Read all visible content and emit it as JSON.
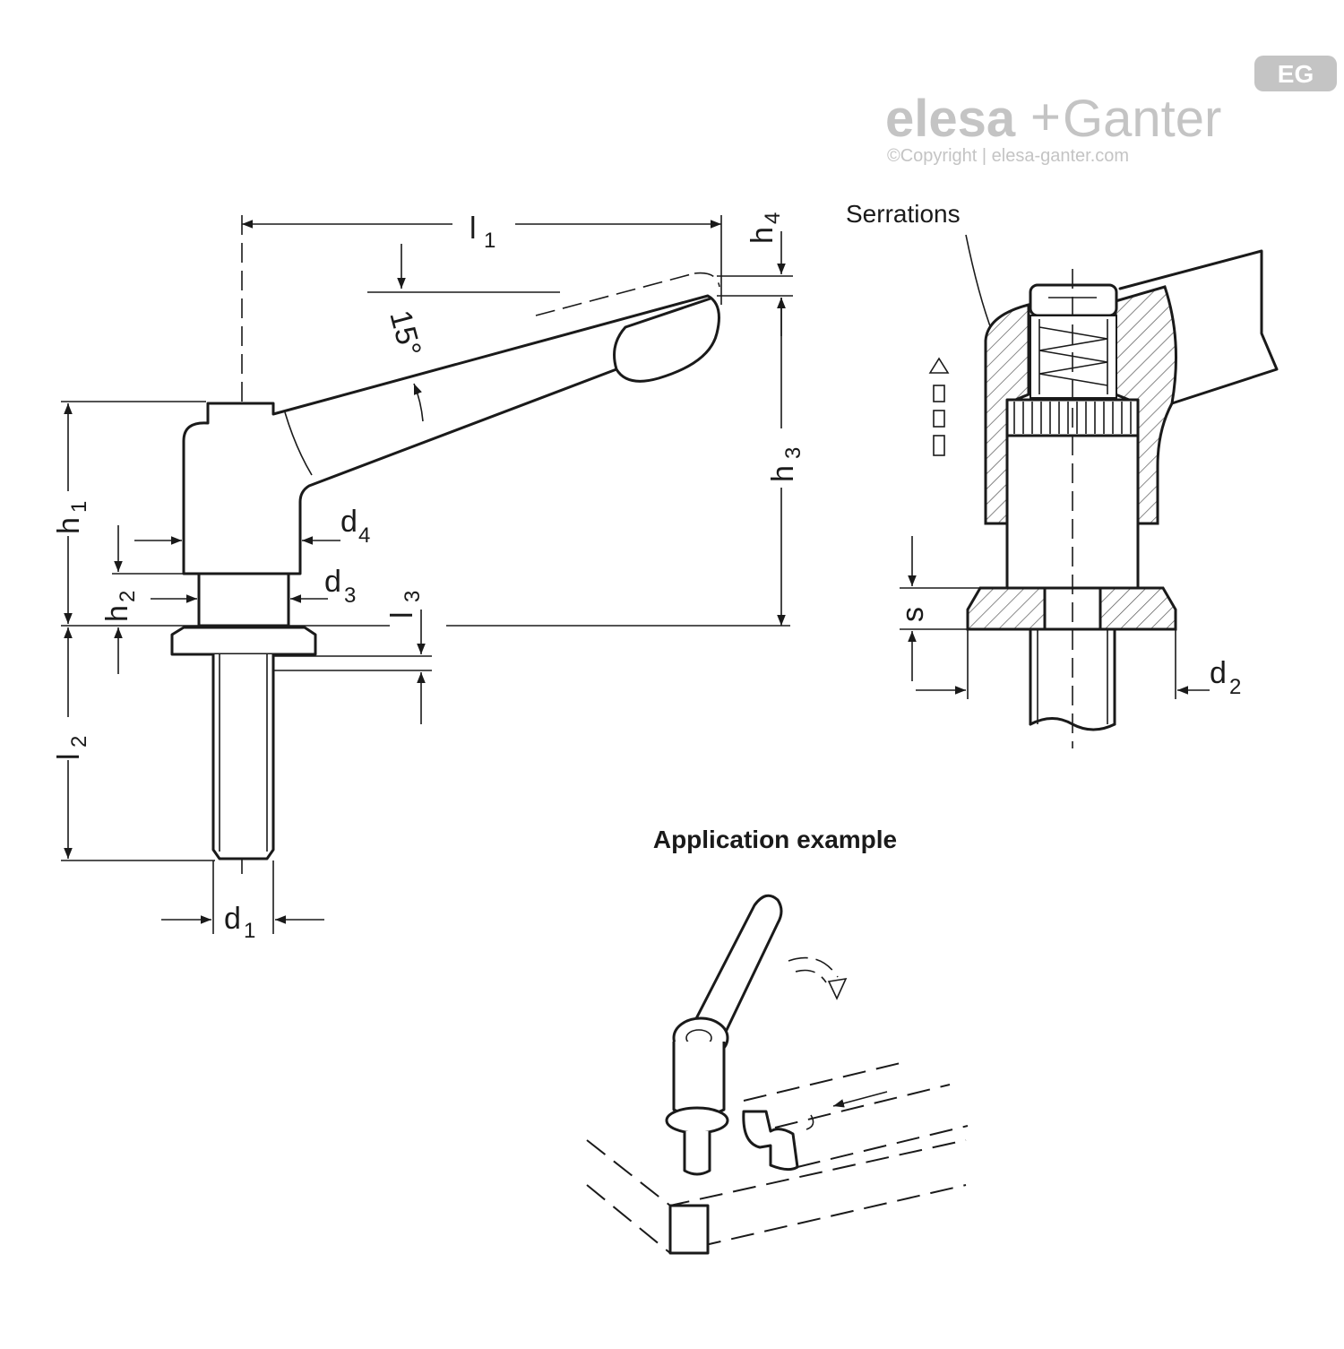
{
  "logo": {
    "brand_part1": "elesa",
    "brand_plus": "+",
    "brand_part2": "Ganter",
    "badge": "EG",
    "copyright": "©Copyright | elesa-ganter.com"
  },
  "dimensions": {
    "l1": {
      "main": "l",
      "sub": "1"
    },
    "l2": {
      "main": "l",
      "sub": "2"
    },
    "l3": {
      "main": "l",
      "sub": "3"
    },
    "h1": {
      "main": "h",
      "sub": "1"
    },
    "h2": {
      "main": "h",
      "sub": "2"
    },
    "h3": {
      "main": "h",
      "sub": "3"
    },
    "h4": {
      "main": "h",
      "sub": "4"
    },
    "d1": {
      "main": "d",
      "sub": "1"
    },
    "d2": {
      "main": "d",
      "sub": "2"
    },
    "d3": {
      "main": "d",
      "sub": "3"
    },
    "d4": {
      "main": "d",
      "sub": "4"
    },
    "s": "s",
    "angle": "15°"
  },
  "labels": {
    "serrations": "Serrations",
    "application": "Application example"
  },
  "colors": {
    "line": "#1a1a1a",
    "logo_grey": "#c4c4c4",
    "background": "#ffffff"
  }
}
